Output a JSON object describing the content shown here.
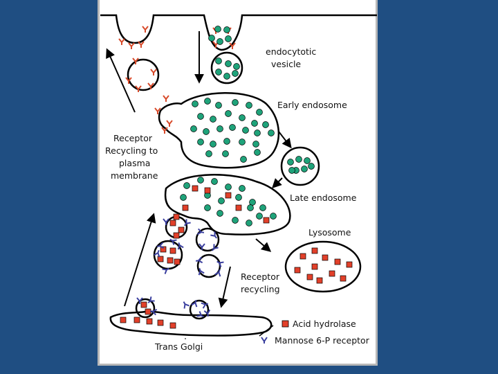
{
  "labels": {
    "endocytotic_vesicle": [
      "endocytotic",
      "vesicle"
    ],
    "early_endosome": "Early endosome",
    "receptor_recycling_plasma": [
      "Receptor",
      "Recycling to",
      "plasma",
      "membrane"
    ],
    "late_endosome": "Late endosome",
    "lysosome": "Lysosome",
    "receptor_recycling": [
      "Receptor",
      "recycling"
    ],
    "trans_golgi": "Trans Golgi"
  },
  "legend": {
    "acid_hydrolase": "Acid hydrolase",
    "mannose_receptor": "Mannose 6-P receptor"
  },
  "colors": {
    "background": "#1f4e82",
    "panel": "#ffffff",
    "green_particle": "#1fa37a",
    "red_hydrolase": "#e2402a",
    "blue_receptor": "#3a3f9e",
    "red_receptor": "#d84a2a",
    "outline": "#000000"
  }
}
